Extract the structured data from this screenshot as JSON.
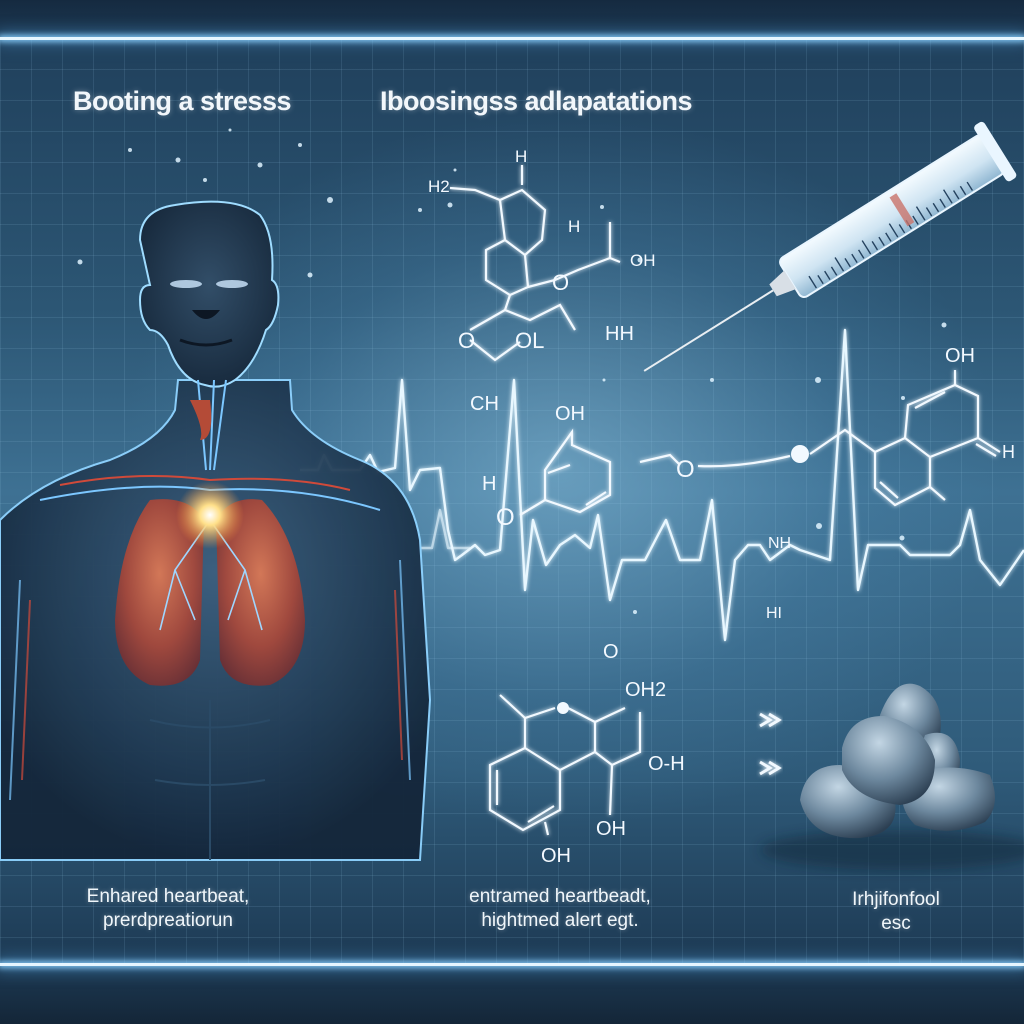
{
  "headings": {
    "left": "Booting a stresss",
    "right": "Iboosingss adlapatations"
  },
  "captions": {
    "left": [
      "Enhared heartbeat,",
      "prerdpreatiorun"
    ],
    "middle": [
      "entramed heartbeadt,",
      "hightmed alert egt."
    ],
    "right": [
      "Irhjifonfool",
      "esc"
    ]
  },
  "molecule_labels": {
    "top": [
      "H",
      "H2",
      "H",
      "OH",
      "O",
      "O",
      "OL",
      "HH",
      "CH"
    ],
    "center": [
      "OH",
      "H",
      "O",
      "O"
    ],
    "right": [
      "OH",
      "H",
      "NH",
      "HI"
    ],
    "bottom": [
      "O",
      "OH2",
      "O-H",
      "OH",
      "OH"
    ]
  },
  "icons": {
    "figure": "human-torso-icon",
    "syringe": "syringe-icon",
    "ecg": "ecg-wave-icon",
    "stones": "stones-icon",
    "arrows": "double-chevron-right-icon"
  },
  "colors": {
    "background_dark": "#152a40",
    "background_mid": "#3e7193",
    "glow": "#e6f6ff",
    "text": "#f2f7fb",
    "lung": "#b5533f",
    "heart_glow": "#ffd27a"
  }
}
